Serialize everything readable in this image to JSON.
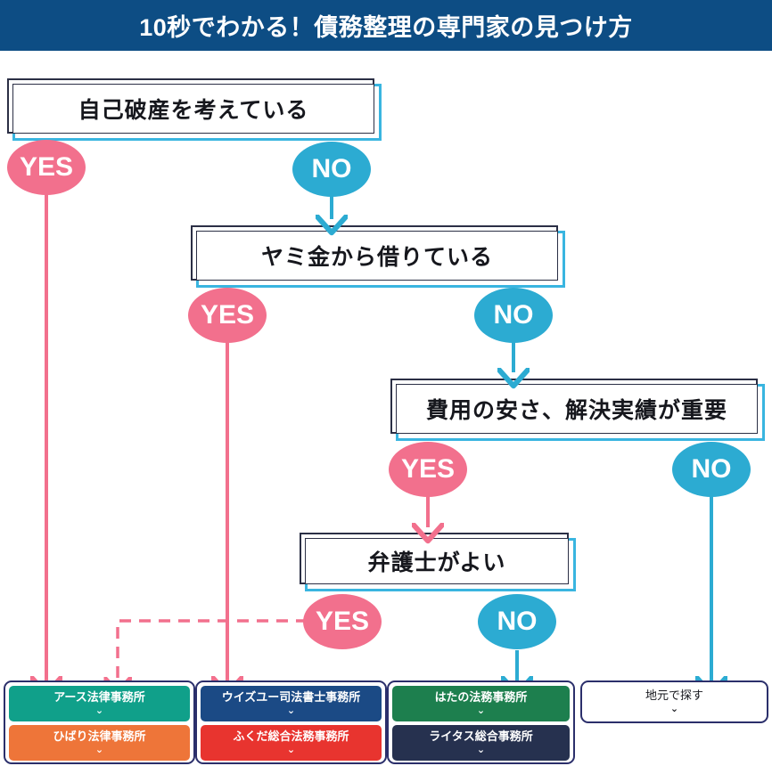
{
  "header": {
    "title": "10秒でわかる！債務整理の専門家の見つけ方",
    "background": "#0d4d84",
    "text_color": "#ffffff"
  },
  "colors": {
    "yes_badge": "#f2708d",
    "no_badge": "#2cabd2",
    "box_border_navy": "#2b2f45",
    "box_border_cyan": "#39b5e0",
    "group_border": "#2b2f6b"
  },
  "questions": [
    {
      "id": "q1",
      "label": "自己破産を考えている"
    },
    {
      "id": "q2",
      "label": "ヤミ金から借りている"
    },
    {
      "id": "q3",
      "label": "費用の安さ、解決実績が重要"
    },
    {
      "id": "q4",
      "label": "弁護士がよい"
    }
  ],
  "badges": [
    {
      "id": "q1-yes",
      "label": "YES",
      "type": "yes"
    },
    {
      "id": "q1-no",
      "label": "NO",
      "type": "no"
    },
    {
      "id": "q2-yes",
      "label": "YES",
      "type": "yes"
    },
    {
      "id": "q2-no",
      "label": "NO",
      "type": "no"
    },
    {
      "id": "q3-yes",
      "label": "YES",
      "type": "yes"
    },
    {
      "id": "q3-no",
      "label": "NO",
      "type": "no"
    },
    {
      "id": "q4-yes",
      "label": "YES",
      "type": "yes"
    },
    {
      "id": "q4-no",
      "label": "NO",
      "type": "no"
    }
  ],
  "results": [
    {
      "id": "group-1",
      "cards": [
        {
          "label": "アース法律事務所",
          "color": "#10a08a",
          "chevron": "⌄"
        },
        {
          "label": "ひばり法律事務所",
          "color": "#ee7539",
          "chevron": "⌄"
        }
      ]
    },
    {
      "id": "group-2",
      "cards": [
        {
          "label": "ウイズユー司法書士事務所",
          "color": "#1b4a85",
          "chevron": "⌄"
        },
        {
          "label": "ふくだ総合法務事務所",
          "color": "#e8342f",
          "chevron": "⌄"
        }
      ]
    },
    {
      "id": "group-3",
      "cards": [
        {
          "label": "はたの法務事務所",
          "color": "#1d7f4e",
          "chevron": "⌄"
        },
        {
          "label": "ライタス総合事務所",
          "color": "#26314f",
          "chevron": "⌄"
        }
      ]
    }
  ],
  "plain_result": {
    "id": "group-4",
    "label": "地元で探す",
    "chevron": "⌄"
  }
}
